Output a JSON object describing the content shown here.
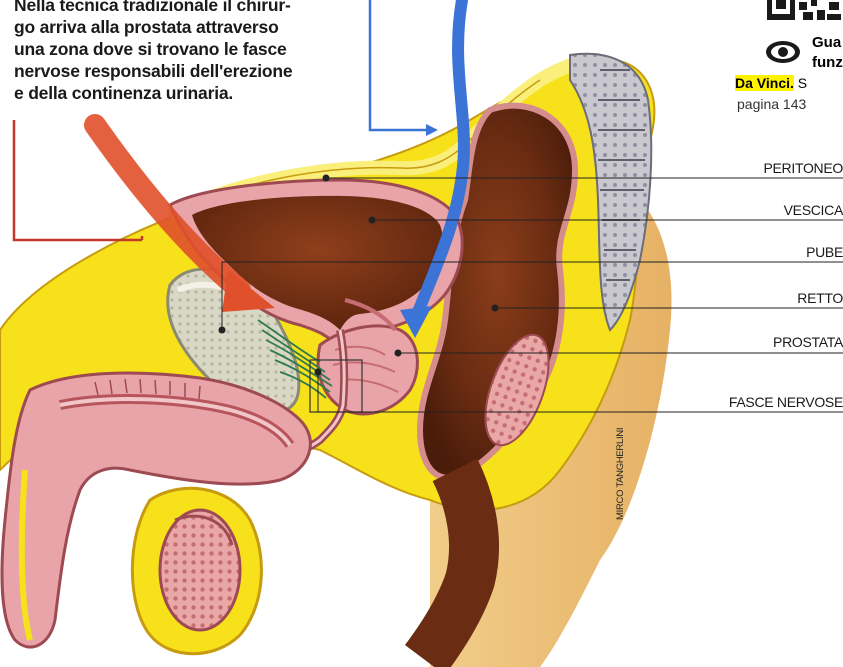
{
  "intro": {
    "lines": [
      "Nella tecnica tradizionale il chirur-",
      "go arriva alla prostata attraverso",
      "una zona dove si trovano le fasce",
      "nervose responsabili dell'erezione",
      "e della continenza urinaria."
    ]
  },
  "side_note": {
    "see_text_1": "Gua",
    "see_text_2": "funz",
    "link_highlight": "Da Vinci.",
    "link_rest": " S",
    "page_ref": "pagina 143"
  },
  "labels": [
    {
      "id": "peritoneo",
      "text": "PERITONEO"
    },
    {
      "id": "vescica",
      "text": "VESCICA"
    },
    {
      "id": "pube",
      "text": "PUBE"
    },
    {
      "id": "retto",
      "text": "RETTO"
    },
    {
      "id": "prostata",
      "text": "PROSTATA"
    },
    {
      "id": "fasce-nervose",
      "text": "FASCE NERVOSE"
    }
  ],
  "credit": "MIRCO TANGHERLINI",
  "colors": {
    "fat_yellow": "#f6e11a",
    "fat_light": "#fbef7c",
    "tissue_pink": "#e8a4a8",
    "tissue_dark": "#b8555c",
    "organ_brown": "#6b2e14",
    "bone_gray": "#cfcdbb",
    "traditional_arrow": "#e0502a",
    "robotic_arrow": "#3b73d6",
    "nerves": "#2f7a4e",
    "skin": "#ecc07a"
  }
}
